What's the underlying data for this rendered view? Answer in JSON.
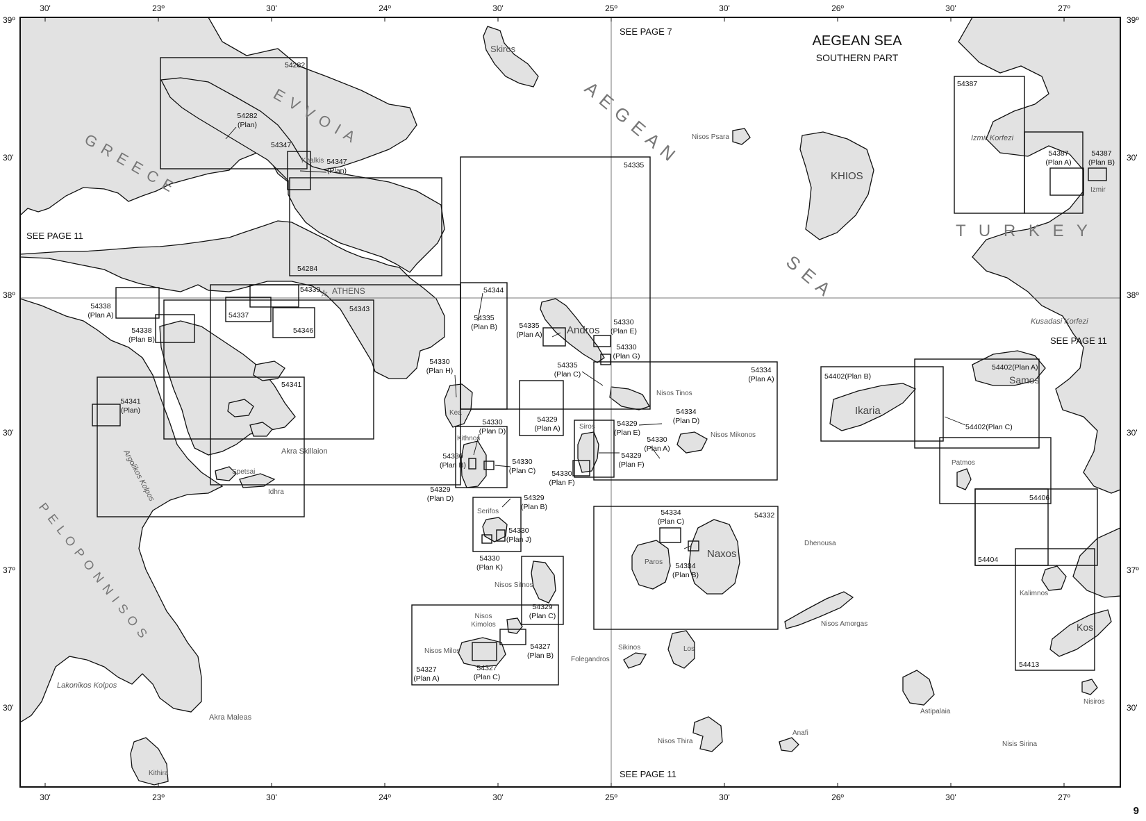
{
  "map": {
    "title": "AEGEAN SEA",
    "subtitle": "SOUTHERN PART",
    "page_number": "9",
    "see_page": {
      "top": "SEE PAGE 7",
      "left": "SEE PAGE 11",
      "right": "SEE PAGE 11",
      "bottom": "SEE PAGE 11"
    },
    "colors": {
      "land": "#e2e2e2",
      "sea": "#ffffff",
      "outline": "#111111",
      "region_text": "#777777"
    },
    "longitude_labels": [
      "30'",
      "23º",
      "30'",
      "24º",
      "30'",
      "25º",
      "30'",
      "26º",
      "30'",
      "27º"
    ],
    "latitude_labels": [
      "39º",
      "30'",
      "38º",
      "30'",
      "37º",
      "30'"
    ],
    "regions": {
      "evvoia": "E V V O I A",
      "greece": "G R E E C E",
      "aegean": "A E G E A N",
      "sea": "S E A",
      "turkey": "T U R K E Y",
      "peloponnisos": "P E L O P O N N I S O S"
    },
    "charts": {
      "c54282": "54282",
      "c54282plan": [
        "54282",
        "(Plan)"
      ],
      "c54347": "54347",
      "c54347plan": [
        "54347",
        "(Plan)"
      ],
      "c54284": "54284",
      "c54335": "54335",
      "c54344": "54344",
      "c54335planB": [
        "54335",
        "(Plan B)"
      ],
      "c54335planA": [
        "54335",
        "(Plan A)"
      ],
      "c54330planE": [
        "54330",
        "(Plan E)"
      ],
      "c54330planG": [
        "54330",
        "(Plan G)"
      ],
      "c54335planC": [
        "54335",
        "(Plan C)"
      ],
      "c54339": "54339",
      "c54337": "54337",
      "c54343": "54343",
      "c54346": "54346",
      "c54338planA": [
        "54338",
        "(Plan A)"
      ],
      "c54338planB": [
        "54338",
        "(Plan B)"
      ],
      "c54341": "54341",
      "c54341plan": [
        "54341",
        "(Plan)"
      ],
      "c54330planH": [
        "54330",
        "(Plan H)"
      ],
      "c54329planA": [
        "54329",
        "(Plan A)"
      ],
      "c54330planD": [
        "54330",
        "(Plan D)"
      ],
      "c54330planB": [
        "54330",
        "(Plan B)"
      ],
      "c54330planC": [
        "54330",
        "(Plan C)"
      ],
      "c54329planD": [
        "54329",
        "(Plan D)"
      ],
      "c54329planB": [
        "54329",
        "(Plan B)"
      ],
      "c54330planJ": [
        "54330",
        "(Plan J)"
      ],
      "c54330planK": [
        "54330",
        "(Plan K)"
      ],
      "c54329planC": [
        "54329",
        "(Plan C)"
      ],
      "c54327planB": [
        "54327",
        "(Plan B)"
      ],
      "c54327planA": [
        "54327",
        "(Plan A)"
      ],
      "c54327planC": [
        "54327",
        "(Plan C)"
      ],
      "c54330planF": [
        "54330",
        "(Plan F)"
      ],
      "c54329planE": [
        "54329",
        "(Plan E)"
      ],
      "c54329planF": [
        "54329",
        "(Plan F)"
      ],
      "c54330planA": [
        "54330",
        "(Plan A)"
      ],
      "c54334planA": [
        "54334",
        "(Plan A)"
      ],
      "c54334planD": [
        "54334",
        "(Plan D)"
      ],
      "c54332": "54332",
      "c54334planC": [
        "54334",
        "(Plan C)"
      ],
      "c54334planB": [
        "54334",
        "(Plan B)"
      ],
      "c54387": "54387",
      "c54387planA": [
        "54387",
        "(Plan A)"
      ],
      "c54387planB": [
        "54387",
        "(Plan B)"
      ],
      "c54402planB": "54402(Plan B)",
      "c54402planA": "54402(Plan A)",
      "c54402planC": "54402(Plan C)",
      "c54406": "54406",
      "c54404": "54404",
      "c54413": "54413"
    },
    "places": {
      "skiros": "Skiros",
      "khalkis": "Khalkis",
      "athens": "ATHENS",
      "nisos_psara": "Nisos Psara",
      "khios": "KHIOS",
      "izmir_korfezi": "Izmir Korfezi",
      "izmir": "Izmir",
      "kusadasi_korfezi": "Kusadasi Korfezi",
      "andros": "Andros",
      "nisos_tinos": "Nisos Tinos",
      "nisos_mikonos": "Nisos Mikonos",
      "kea": "Kea",
      "kithnos": "Kithnos",
      "siros": "Siros",
      "akra_skillaion": "Akra Skillaion",
      "spetsai": "Spetsai",
      "idhra": "Idhra",
      "argolikos_kolpos": "Argolikos Kolpos",
      "serifos": "Serifos",
      "nisos_sifnos": "Nisos Sifnos",
      "nisos_kimolos": [
        "Nisos",
        "Kimolos"
      ],
      "nisos_milos": "Nisos Milos",
      "paros": "Paros",
      "naxos": "Naxos",
      "dhenousa": "Dhenousa",
      "nisos_amorgas": "Nisos Amorgas",
      "sikinos": "Sikinos",
      "ios": "Los",
      "folegandros": "Folegandros",
      "nisos_thira": "Nisos Thira",
      "anafi": "Anafi",
      "astipalaia": "Astipalaia",
      "ikaria": "Ikaria",
      "samos": "Samos",
      "patmos": "Patmos",
      "kalimnos": "Kalimnos",
      "kos": "Kos",
      "nisiros": "Nisiros",
      "nisis_sirina": "Nisis  Sirina",
      "lakonikos_kolpos": "Lakonikos Kolpos",
      "akra_maleas": "Akra Maleas",
      "kithira": "Kithira"
    }
  }
}
